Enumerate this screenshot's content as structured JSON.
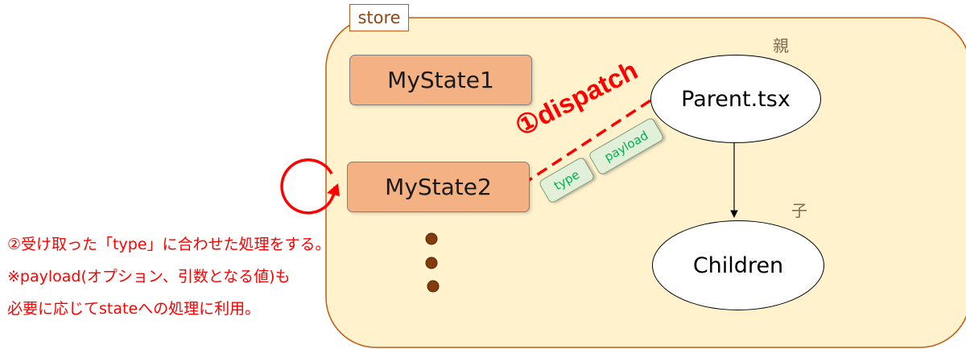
{
  "store": {
    "label": "store"
  },
  "states": [
    {
      "label": "MyState1"
    },
    {
      "label": "MyState2"
    }
  ],
  "components": {
    "parent": {
      "label": "Parent.tsx",
      "role_label": "親"
    },
    "child": {
      "label": "Children",
      "role_label": "子"
    }
  },
  "dispatch": {
    "label": "①dispatch",
    "type_tag": "type",
    "payload_tag": "payload"
  },
  "notes": [
    "②受け取った「type」に合わせた処理をする。",
    "※payload(オプション、引数となる値)も",
    "必要に応じてstateへの処理に利用。"
  ],
  "colors": {
    "store_fill": "#fff2cc",
    "store_border": "#c55a11",
    "state_fill": "#f4b183",
    "dispatch_red": "#ff0000",
    "tag_fill": "#e2f0d9",
    "tag_text": "#00b050",
    "dots": "#843c0c"
  }
}
